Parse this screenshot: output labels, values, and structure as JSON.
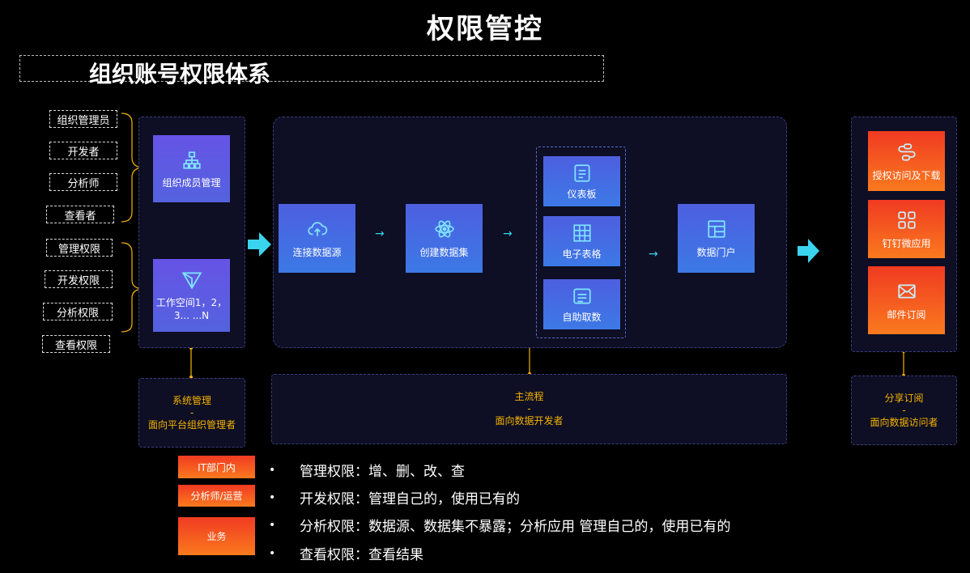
{
  "title": "权限管控",
  "subtitle": "组织账号权限体系",
  "roles": [
    "组织管理员",
    "开发者",
    "分析师",
    "查看者"
  ],
  "permissions": [
    "管理权限",
    "开发权限",
    "分析权限",
    "查看权限"
  ],
  "left_panel": {
    "card1": {
      "label": "组织成员管理",
      "icon": "org-chart-icon"
    },
    "card2": {
      "label_line1": "工作空间1，2，",
      "label_line2": "3... ...N",
      "icon": "triangle-send-icon"
    }
  },
  "main_flow": {
    "connect": "连接数据源",
    "create": "创建数据集",
    "dashboard": "仪表板",
    "spreadsheet": "电子表格",
    "self_service": "自助取数",
    "portal": "数据门户"
  },
  "right_panel": {
    "auth": "授权访问及下载",
    "dingtalk": "钉钉微应用",
    "email": "邮件订阅"
  },
  "bottom": {
    "left_title": "系统管理",
    "left_sep": "-",
    "left_sub": "面向平台组织管理者",
    "mid_title": "主流程",
    "mid_sep": "-",
    "mid_sub": "面向数据开发者",
    "right_title": "分享订阅",
    "right_sep": "-",
    "right_sub": "面向数据访问者"
  },
  "legend": {
    "tags": [
      "IT部门内",
      "分析师/运营",
      "业务"
    ],
    "bullet_char": "•",
    "bullets": [
      "管理权限：增、删、改、查",
      "开发权限：管理自己的，使用已有的",
      "分析权限：数据源、数据集不暴露；分析应用 管理自己的，使用已有的",
      "查看权限：查看结果"
    ]
  },
  "colors": {
    "background": "#000000",
    "accent_blue": "#5a5ce4",
    "accent_orange": "#f5652a",
    "connector": "#f5b400",
    "arrow": "#3ad4ee"
  }
}
